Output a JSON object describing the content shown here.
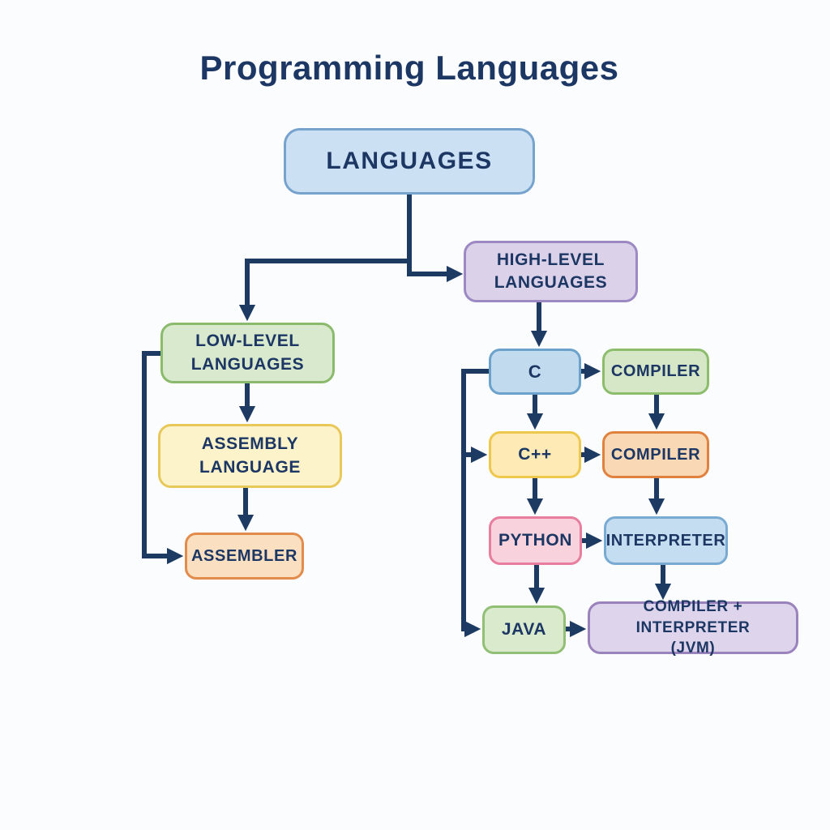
{
  "title": "Programming Languages",
  "palette": {
    "background": "#fbfcfd",
    "text_color": "#1c3763",
    "line_color": "#1d3a63"
  },
  "diagram": {
    "nodes": {
      "languages": {
        "label": "LANGUAGES",
        "fill": "#cbe0f2",
        "border": "#76a3cd"
      },
      "high_level": {
        "label": "HIGH-LEVEL\nLANGUAGES",
        "fill": "#dbd2ea",
        "border": "#9c88c2"
      },
      "low_level": {
        "label": "LOW-LEVEL\nLANGUAGES",
        "fill": "#d9e9cd",
        "border": "#8aba6b"
      },
      "assembly": {
        "label": "ASSEMBLY\nLANGUAGE",
        "fill": "#fdf3cb",
        "border": "#e7c859"
      },
      "assembler": {
        "label": "ASSEMBLER",
        "fill": "#fbdfc1",
        "border": "#e28b4b"
      },
      "c": {
        "label": "C",
        "fill": "#c2daee",
        "border": "#6ba2cc"
      },
      "compiler_c": {
        "label": "COMPILER",
        "fill": "#d6e7c8",
        "border": "#8cbd6d"
      },
      "cpp": {
        "label": "C++",
        "fill": "#fdeab4",
        "border": "#edc84d"
      },
      "compiler_cpp": {
        "label": "COMPILER",
        "fill": "#f9d8b6",
        "border": "#e0823e"
      },
      "python": {
        "label": "PYTHON",
        "fill": "#f8d3dd",
        "border": "#e87d9e"
      },
      "interpreter": {
        "label": "INTERPRETER",
        "fill": "#c5ddf1",
        "border": "#78aad2"
      },
      "java": {
        "label": "JAVA",
        "fill": "#d9eacd",
        "border": "#90bf75"
      },
      "jvm": {
        "label": "COMPILER + INTERPRETER\n(JVM)",
        "fill": "#ded4ec",
        "border": "#9a82bd"
      }
    },
    "edges": [
      {
        "from": "languages",
        "to": "low_level"
      },
      {
        "from": "languages",
        "to": "high_level"
      },
      {
        "from": "low_level",
        "to": "assembly"
      },
      {
        "from": "assembly",
        "to": "assembler"
      },
      {
        "from": "low_level",
        "to": "assembler"
      },
      {
        "from": "high_level",
        "to": "c"
      },
      {
        "from": "c",
        "to": "compiler_c"
      },
      {
        "from": "c",
        "to": "cpp"
      },
      {
        "from": "c",
        "to": "cpp",
        "via": "side-bracket"
      },
      {
        "from": "c",
        "to": "java",
        "via": "side-bracket"
      },
      {
        "from": "cpp",
        "to": "compiler_cpp"
      },
      {
        "from": "cpp",
        "to": "python"
      },
      {
        "from": "python",
        "to": "interpreter"
      },
      {
        "from": "python",
        "to": "java"
      },
      {
        "from": "java",
        "to": "jvm"
      },
      {
        "from": "compiler_c",
        "to": "compiler_cpp"
      },
      {
        "from": "compiler_cpp",
        "to": "interpreter"
      },
      {
        "from": "interpreter",
        "to": "jvm"
      }
    ]
  }
}
